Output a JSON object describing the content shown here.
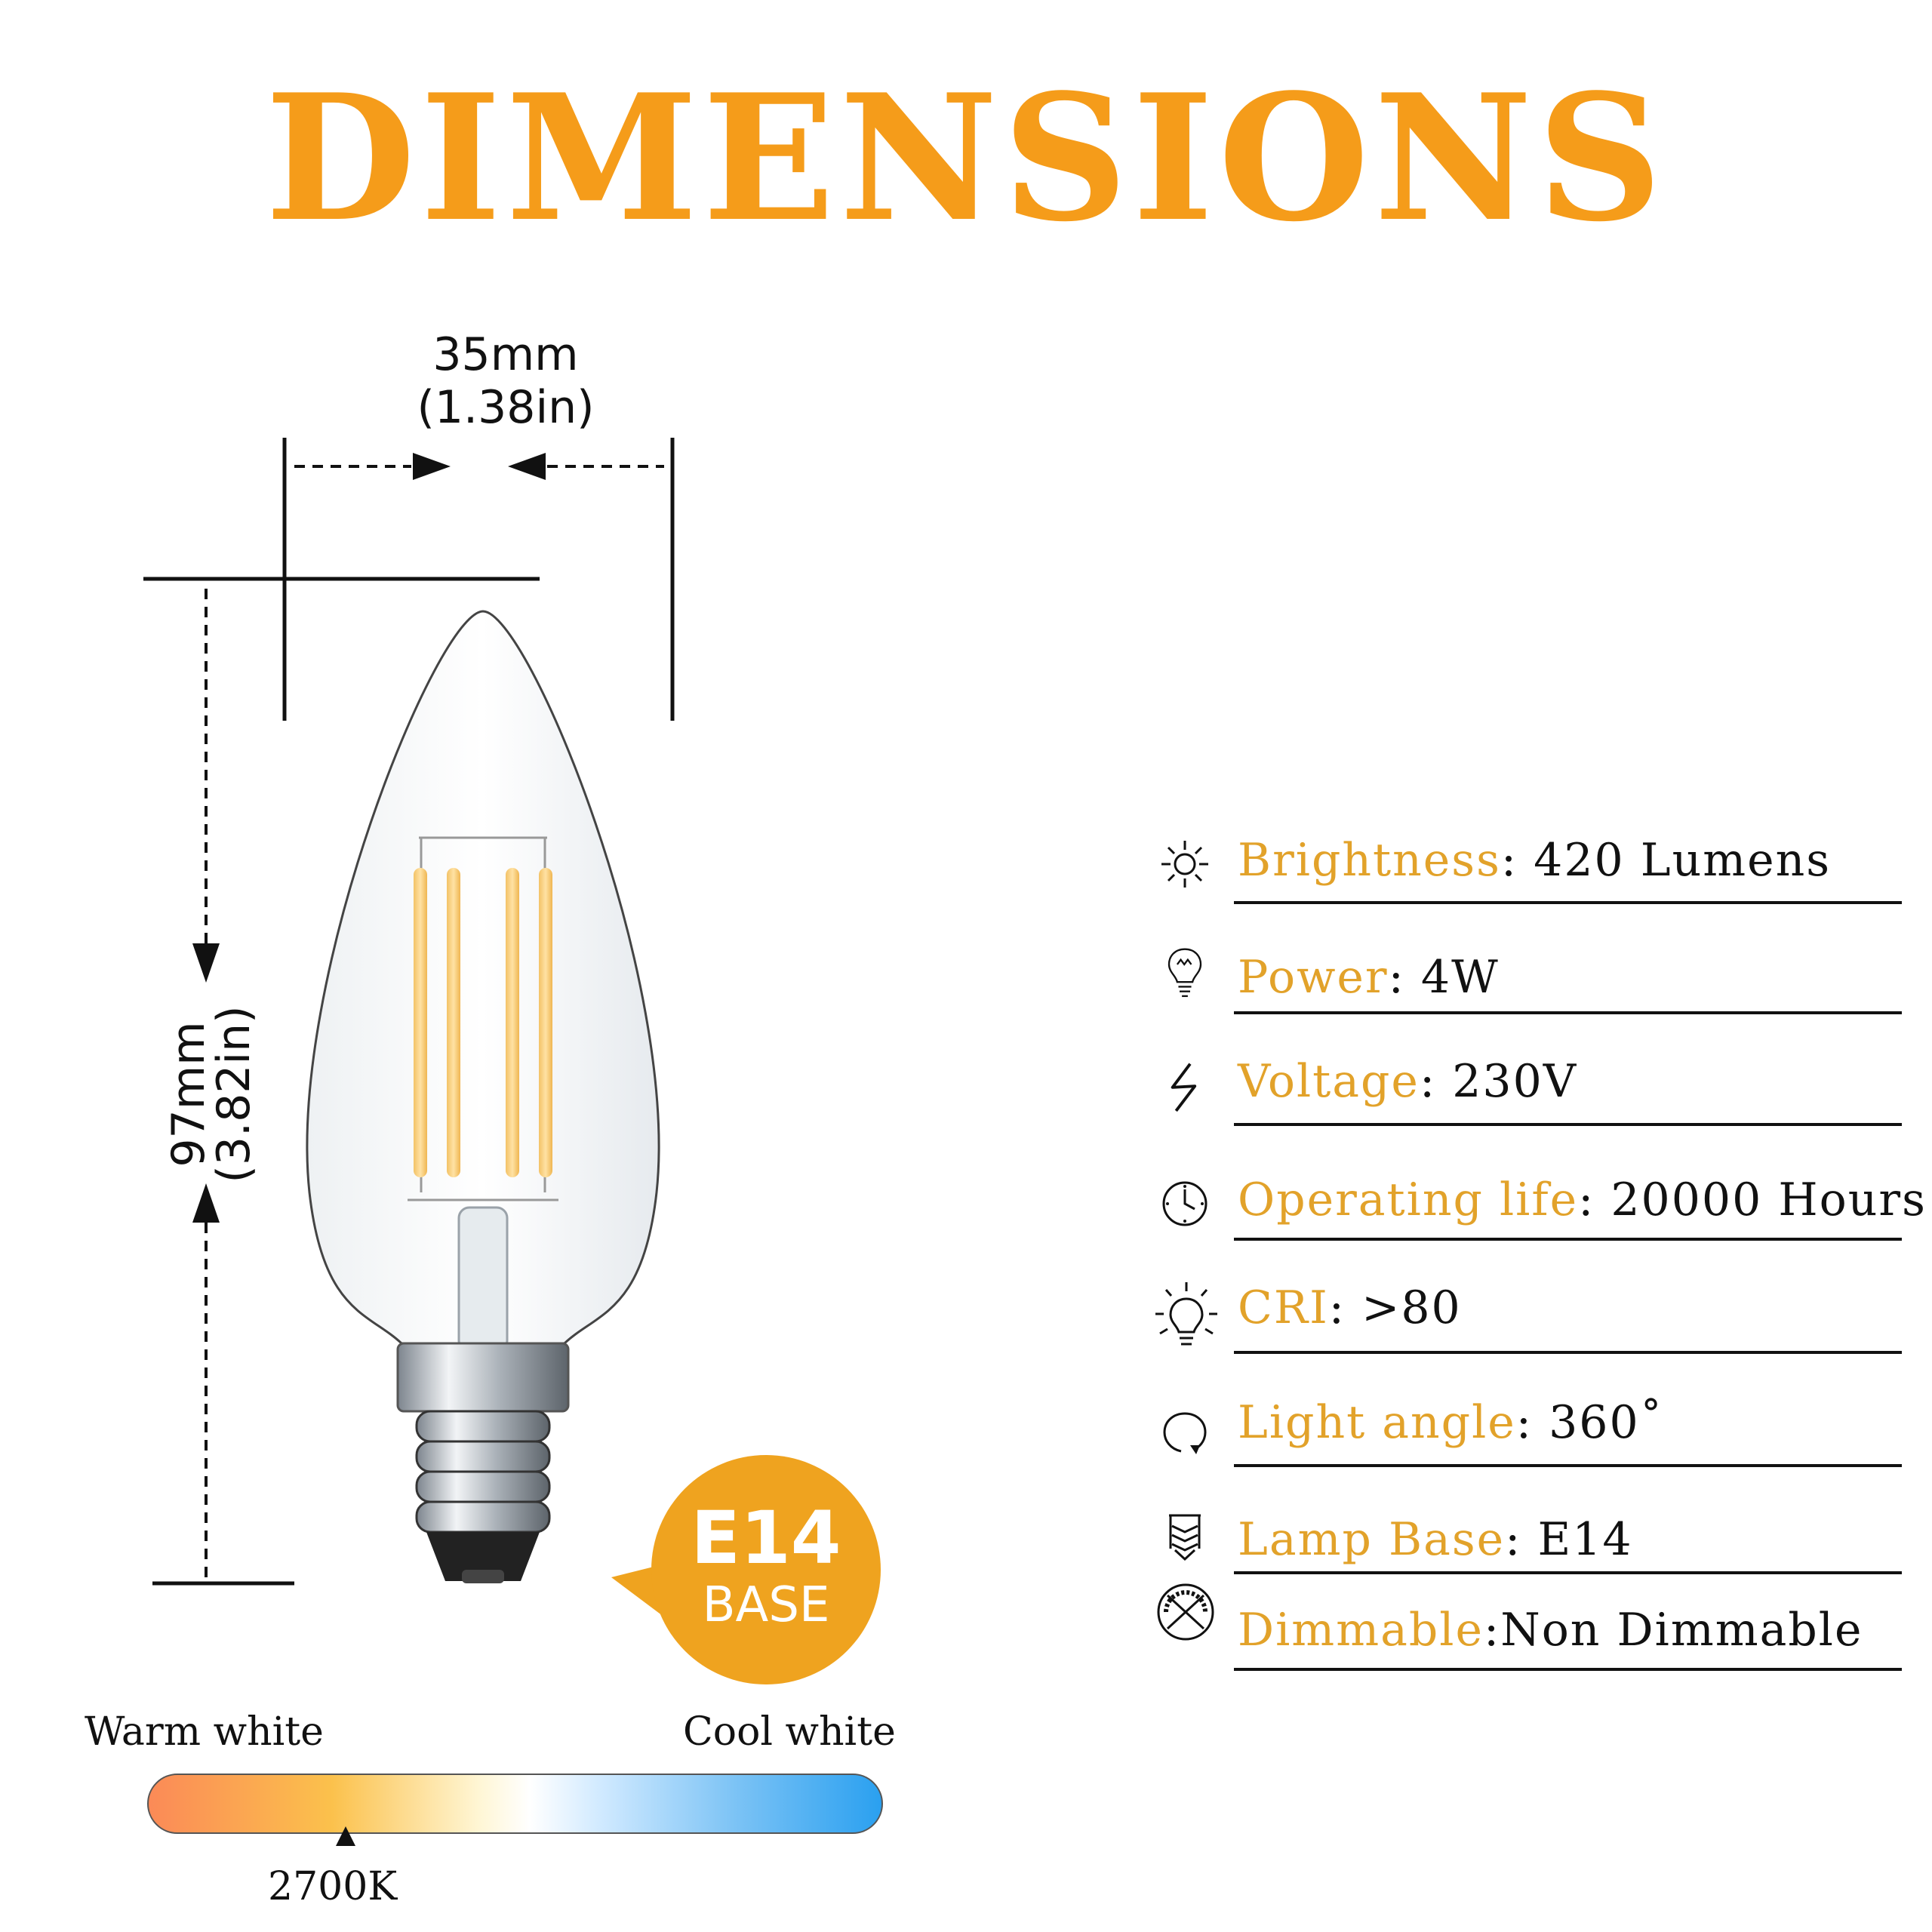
{
  "title": "DIMENSIONS",
  "colors": {
    "accent": "#f59c1a",
    "label": "#e2a22a",
    "badge": "#efa31f",
    "text": "#111111"
  },
  "dimensions": {
    "width_mm": "35mm",
    "width_in": "(1.38in)",
    "height_mm": "97mm",
    "height_in": "(3.82in)"
  },
  "badge": {
    "line1": "E14",
    "line2": "BASE"
  },
  "color_temperature": {
    "warm_label": "Warm white",
    "cool_label": "Cool white",
    "value": "2700K",
    "marker_fraction": 0.27
  },
  "specs": [
    {
      "icon": "sun-icon",
      "label": "Brightness",
      "sep": ": ",
      "value": "420 Lumens"
    },
    {
      "icon": "bulb-icon",
      "label": "Power",
      "sep": ": ",
      "value": "4W"
    },
    {
      "icon": "lightning-icon",
      "label": "Voltage",
      "sep": ": ",
      "value": "230V"
    },
    {
      "icon": "clock-icon",
      "label": "Operating life",
      "sep": ": ",
      "value": "20000 Hours"
    },
    {
      "icon": "cri-bulb-icon",
      "label": "CRI",
      "sep": ": ",
      "value": ">80"
    },
    {
      "icon": "rotate-icon",
      "label": "Light angle",
      "sep": ": ",
      "value": "360˚"
    },
    {
      "icon": "lamp-base-icon",
      "label": "Lamp Base",
      "sep": ": ",
      "value": "E14"
    },
    {
      "icon": "dimmer-icon",
      "label": "Dimmable",
      "sep": ":",
      "value": "Non Dimmable"
    }
  ]
}
